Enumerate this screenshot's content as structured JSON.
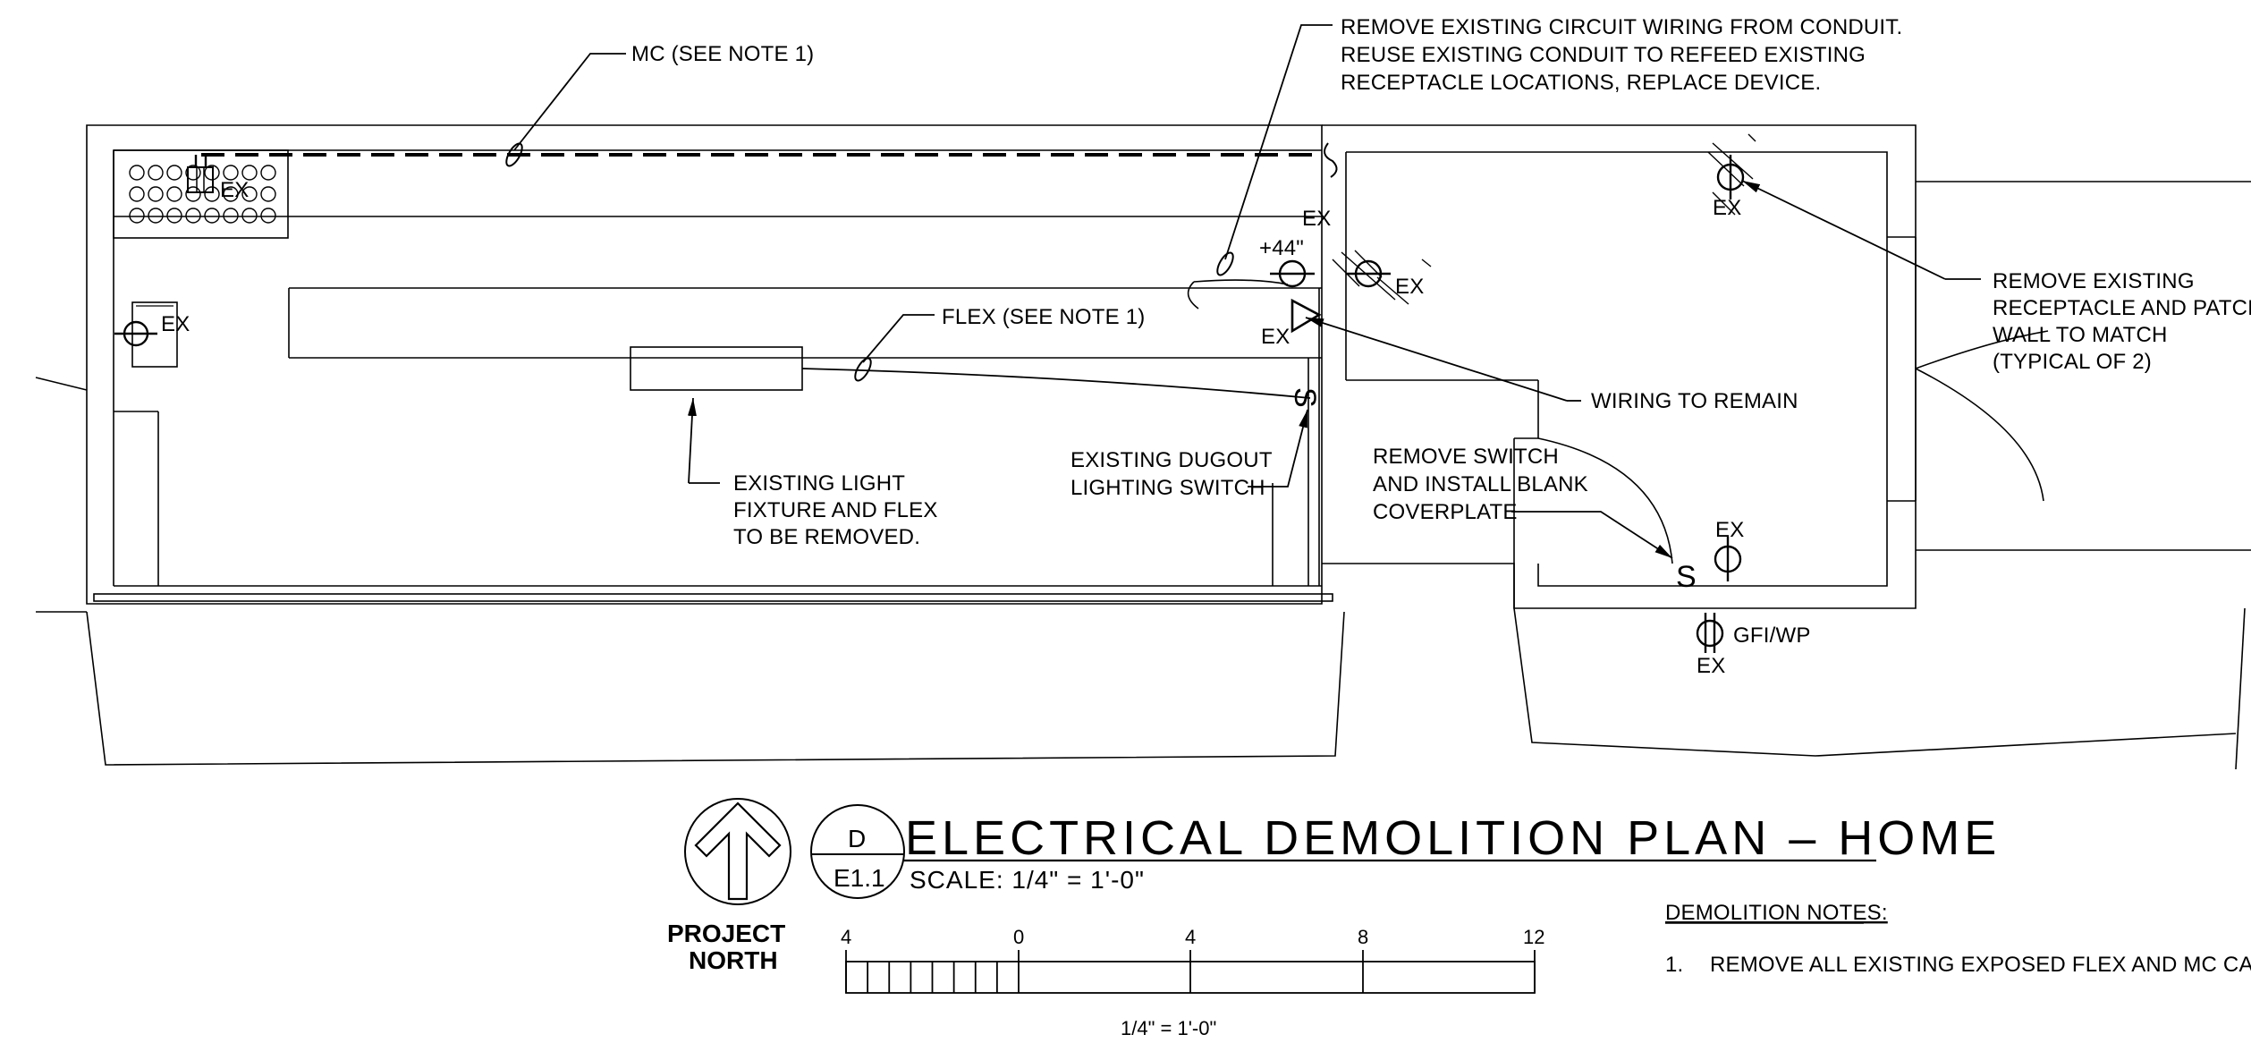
{
  "annotations": {
    "mc_note": "MC (SEE NOTE 1)",
    "remove_wiring_1": "REMOVE EXISTING CIRCUIT WIRING FROM CONDUIT.",
    "remove_wiring_2": "REUSE EXISTING CONDUIT TO REFEED EXISTING",
    "remove_wiring_3": "RECEPTACLE LOCATIONS, REPLACE DEVICE.",
    "flex_note": "FLEX (SEE NOTE 1)",
    "ex": "EX",
    "mount_height": "+44\"",
    "wiring_remain": "WIRING TO REMAIN",
    "remove_receptacle_1": "REMOVE EXISTING",
    "remove_receptacle_2": "RECEPTACLE AND PATCH",
    "remove_receptacle_3": "WALL TO MATCH",
    "remove_receptacle_4": "(TYPICAL OF 2)",
    "light_fixture_1": "EXISTING LIGHT",
    "light_fixture_2": "FIXTURE AND FLEX",
    "light_fixture_3": "TO BE REMOVED.",
    "dugout_switch_1": "EXISTING DUGOUT",
    "dugout_switch_2": "LIGHTING SWITCH",
    "remove_switch_1": "REMOVE SWITCH",
    "remove_switch_2": "AND INSTALL BLANK",
    "remove_switch_3": "COVERPLATE",
    "switch_symbol": "S",
    "gfi": "GFI/WP"
  },
  "title_block": {
    "detail_letter": "D",
    "sheet": "E1.1",
    "title": "ELECTRICAL DEMOLITION PLAN – HOME",
    "scale": "SCALE: 1/4\" = 1'-0\"",
    "north_line1": "PROJECT",
    "north_line2": "NORTH"
  },
  "scale_bar": {
    "ticks": [
      "4",
      "0",
      "4",
      "8",
      "12"
    ],
    "caption": "1/4\" = 1'-0\""
  },
  "notes": {
    "heading": "DEMOLITION NOTES:",
    "items": [
      {
        "num": "1.",
        "text": "REMOVE ALL EXISTING EXPOSED FLEX AND MC CABLE"
      }
    ]
  }
}
